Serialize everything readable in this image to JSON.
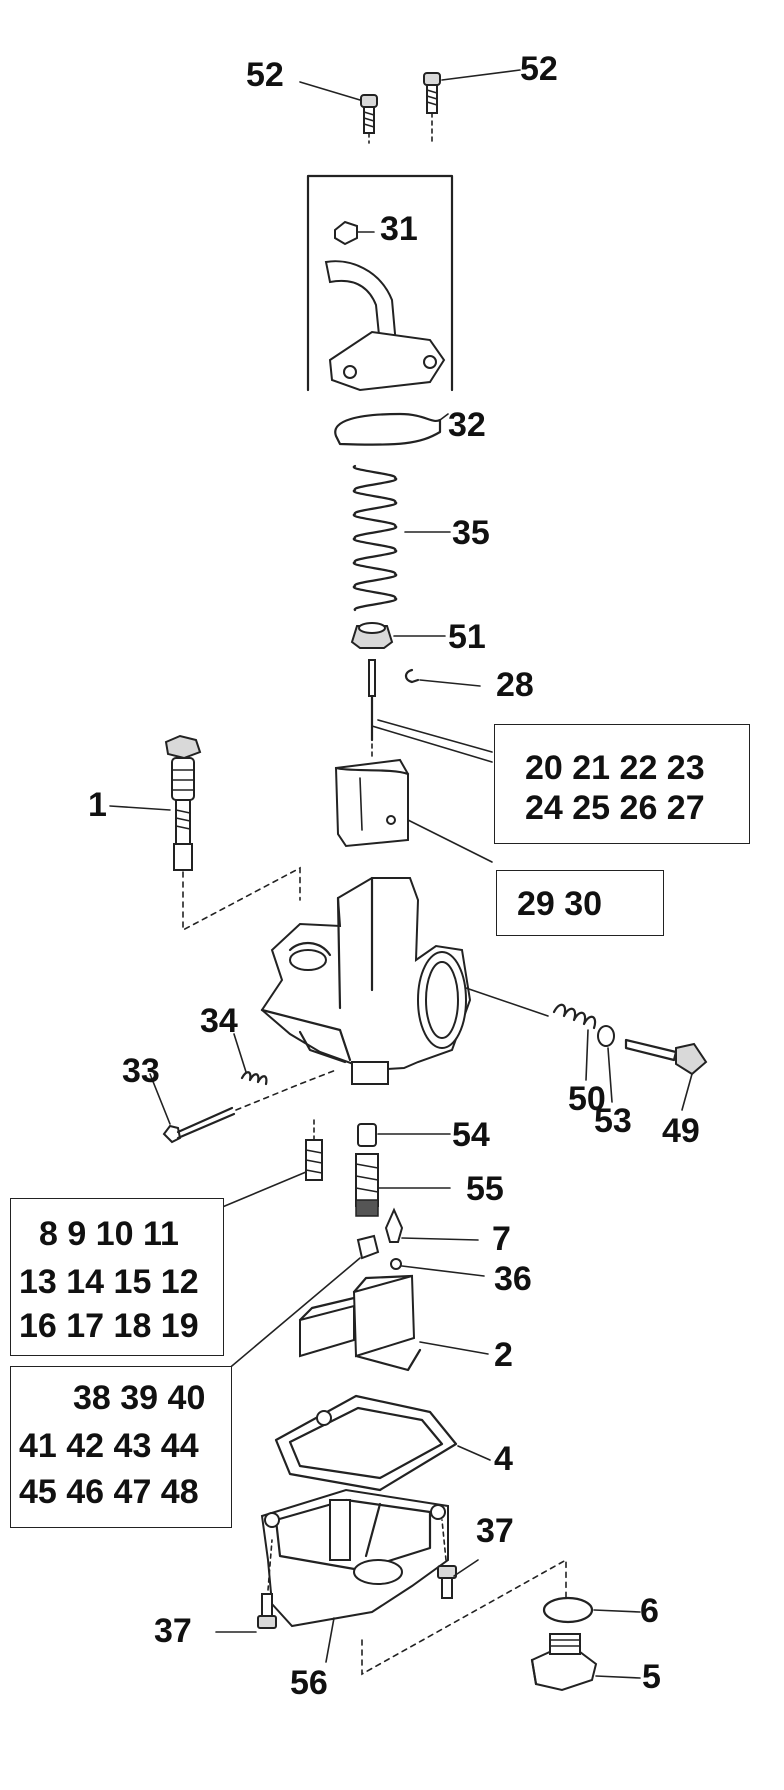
{
  "callouts": {
    "c52a": "52",
    "c52b": "52",
    "c31": "31",
    "c32": "32",
    "c35": "35",
    "c51": "51",
    "c28": "28",
    "c1": "1",
    "c34": "34",
    "c33": "33",
    "c50": "50",
    "c53": "53",
    "c49": "49",
    "c54": "54",
    "c55": "55",
    "c7": "7",
    "c36": "36",
    "c2": "2",
    "c4": "4",
    "c37a": "37",
    "c37b": "37",
    "c6": "6",
    "c5": "5",
    "c56": "56"
  },
  "boxes": {
    "needle_box": [
      "20 21 22 23",
      "24 25 26 27"
    ],
    "slide_box": [
      "29  30"
    ],
    "pilot_jet_box": [
      "8 9 10 11",
      "13 14 15 12",
      "16 17 18 19"
    ],
    "main_jet_box": [
      "38 39 40",
      "41 42 43 44",
      "45 46 47 48"
    ]
  }
}
